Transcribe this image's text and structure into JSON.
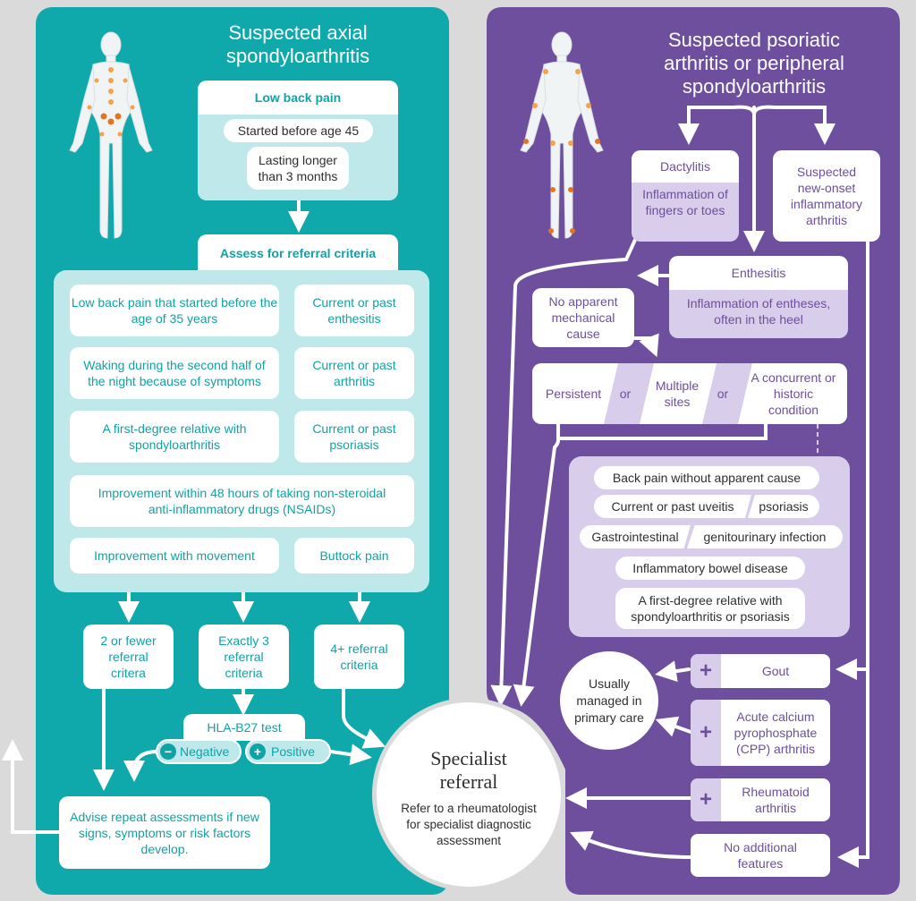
{
  "colors": {
    "teal": "#0fa9ab",
    "teal_light": "#bfe8ea",
    "teal_text": "#0fa3a6",
    "purple": "#6d4f9e",
    "purple_light": "#d8cdea",
    "purple_text": "#6d4f9e"
  },
  "axial": {
    "title": "Suspected axial spondyloarthritis",
    "low_back_pain": {
      "heading": "Low back pain",
      "items": [
        "Started before age 45",
        "Lasting longer than 3 months"
      ]
    },
    "assess_title": "Assess for referral criteria",
    "criteria": [
      "Low back pain that started before the age of 35 years",
      "Current or past enthesitis",
      "Waking during the second half of the night because of symptoms",
      "Current or past arthritis",
      "A first-degree relative with spondyloarthritis",
      "Current or past psoriasis",
      "Improvement within 48 hours of taking non-steroidal anti-inflammatory drugs (NSAIDs)",
      "Improvement with movement",
      "Buttock pain"
    ],
    "outcomes": [
      "2 or fewer referral critera",
      "Exactly 3 referral criteria",
      "4+ referral criteria"
    ],
    "hla": {
      "title": "HLA-B27 test",
      "negative": "Negative",
      "positive": "Positive"
    },
    "advise": "Advise repeat assessments if new signs, symptoms or risk factors develop."
  },
  "specialist": {
    "title": "Specialist referral",
    "text": "Refer to a rheumatologist for specialist diagnostic assessment"
  },
  "psoriatic": {
    "title": "Suspected psoriatic arthritis or peripheral spondyloarthritis",
    "dactylitis": {
      "heading": "Dactylitis",
      "text": "Inflammation of fingers or toes"
    },
    "suspected": "Suspected new-onset inflammatory arthritis",
    "enthesitis": {
      "heading": "Enthesitis",
      "text": "Inflammation of entheses, often in the heel"
    },
    "no_mech": "No apparent mechanical cause",
    "persistent": "Persistent",
    "or": "or",
    "multiple": "Multiple sites",
    "concurrent": "A concurrent or historic condition",
    "conditions": [
      "Back pain without apparent cause",
      "Current or past uveitis",
      "psoriasis",
      "Gastrointestinal",
      "genitourinary infection",
      "Inflammatory bowel disease",
      "A first-degree relative with spondyloarthritis or psoriasis"
    ],
    "primary": "Usually managed in primary care",
    "plus": "+",
    "gout": "Gout",
    "cpp": "Acute calcium pyrophosphate (CPP) arthritis",
    "ra": "Rheumatoid arthritis",
    "no_additional": "No additional features"
  }
}
